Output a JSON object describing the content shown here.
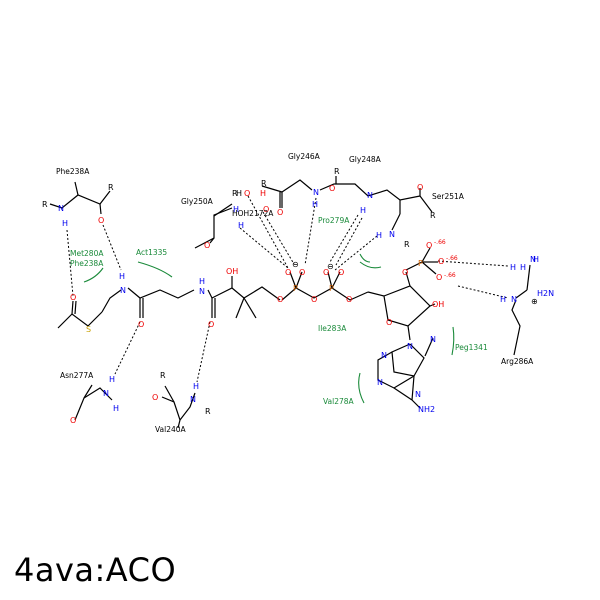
{
  "title": "4ava:ACO",
  "residues": {
    "phe238": "Phe238A",
    "met280": "Met280A",
    "phe238_arc": "Phe238A",
    "act1335": "Act1335",
    "asn277": "Asn277A",
    "val240": "Val240A",
    "gly250": "Gly250A",
    "hoh2172": "HOH2172A",
    "gly246": "Gly246A",
    "gly248": "Gly248A",
    "pro279": "Pro279A",
    "ser251": "Ser251A",
    "ile283": "Ile283A",
    "peg1341": "Peg1341",
    "val278": "Val278A",
    "arg286": "Arg286A"
  },
  "atoms": {
    "R": "R",
    "N": "N",
    "H": "H",
    "O": "O",
    "S": "S",
    "P": "P",
    "NH2": "NH2",
    "H2N": "H2N",
    "OH": "OH",
    "HO": "HO",
    "Hdash": "H"
  },
  "charges": {
    "minus": "⊖",
    "plus": "⊕",
    "partial": "-.66"
  },
  "colors": {
    "nitrogen": "#0000ee",
    "oxygen": "#ee0000",
    "phosphorus": "#d06000",
    "sulfur": "#c8a000",
    "contact": "#1a8a3a"
  }
}
